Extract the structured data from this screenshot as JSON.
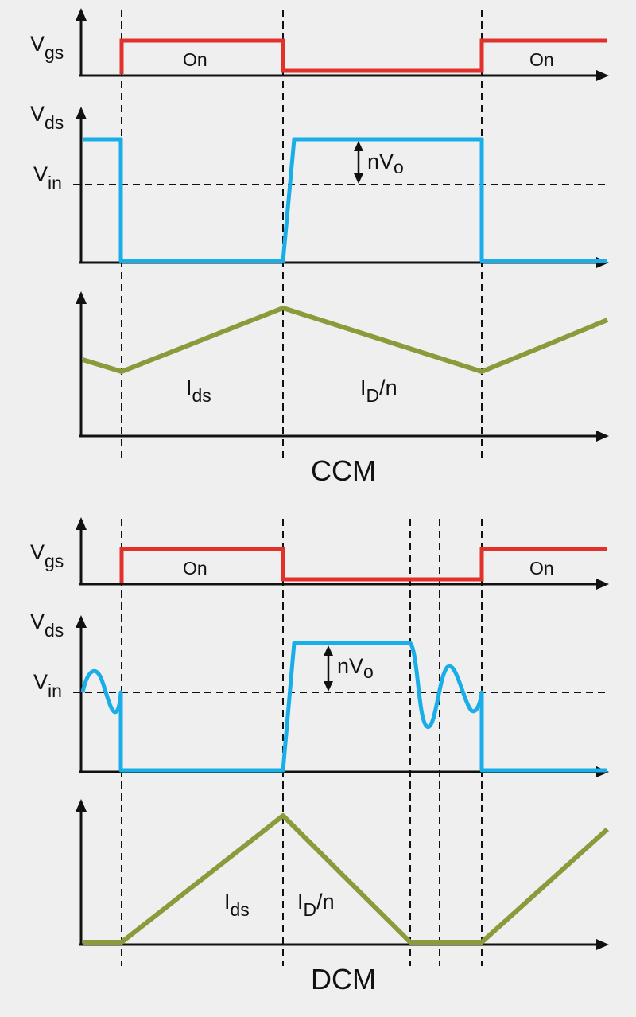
{
  "colors": {
    "background": "#efefef",
    "vgs": "#e0312b",
    "vds": "#19aee8",
    "current": "#8c9a3b",
    "axis": "#111111"
  },
  "labels": {
    "vgs": {
      "main": "V",
      "sub": "gs"
    },
    "vds": {
      "main": "V",
      "sub": "ds"
    },
    "vin": {
      "main": "V",
      "sub": "in"
    },
    "on": "On",
    "nvo": {
      "main": "nV",
      "sub": "o"
    },
    "ids": {
      "main": "I",
      "sub": "ds"
    },
    "idn": {
      "main": "I",
      "sub": "D",
      "tail": "/n"
    }
  },
  "ccm": {
    "title": "CCM"
  },
  "dcm": {
    "title": "DCM"
  }
}
